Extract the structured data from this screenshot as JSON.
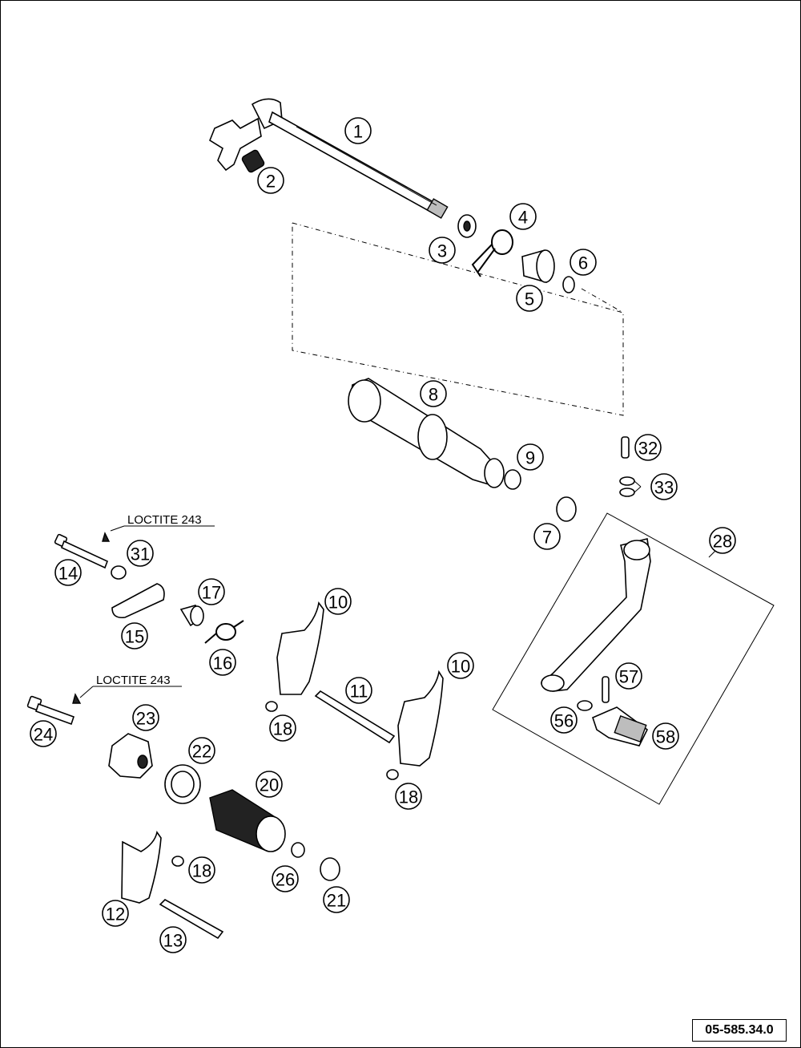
{
  "callouts": [
    "1",
    "2",
    "3",
    "4",
    "5",
    "6",
    "8",
    "9",
    "32",
    "33",
    "7",
    "28",
    "31",
    "14",
    "15",
    "17",
    "16",
    "10",
    "10",
    "11",
    "57",
    "18",
    "18",
    "56",
    "58",
    "24",
    "23",
    "22",
    "20",
    "18",
    "26",
    "21",
    "12",
    "13"
  ],
  "notes": [
    "LOCTITE 243",
    "LOCTITE 243"
  ],
  "reference_code": "05-585.34.0"
}
